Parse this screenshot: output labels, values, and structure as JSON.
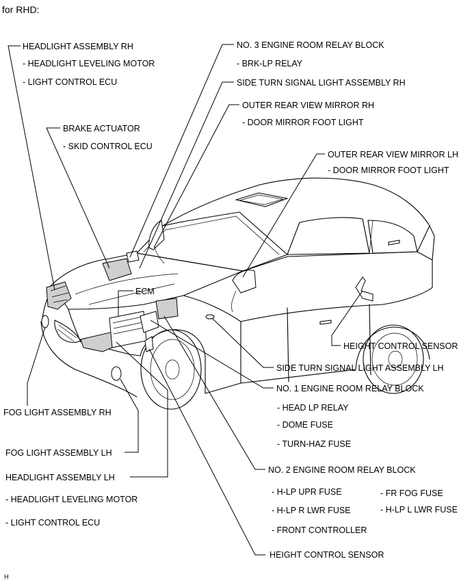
{
  "header": {
    "title": "for RHD:"
  },
  "labels": {
    "headlight_rh": "HEADLIGHT ASSEMBLY RH",
    "headlight_rh_motor": "- HEADLIGHT LEVELING MOTOR",
    "headlight_rh_ecu": "- LIGHT CONTROL ECU",
    "brake_actuator": "BRAKE ACTUATOR",
    "skid_control_ecu": "- SKID CONTROL ECU",
    "relay_block_3": "NO. 3 ENGINE ROOM RELAY BLOCK",
    "brk_lp_relay": "- BRK-LP RELAY",
    "side_turn_rh": "SIDE TURN SIGNAL LIGHT ASSEMBLY  RH",
    "mirror_rh": "OUTER REAR VIEW MIRROR RH",
    "mirror_rh_foot": "- DOOR MIRROR FOOT LIGHT",
    "mirror_lh": "OUTER REAR VIEW MIRROR LH",
    "mirror_lh_foot": "- DOOR MIRROR FOOT LIGHT",
    "ecm": "ECM",
    "height_sensor_rear": "HEIGHT CONTROL SENSOR",
    "side_turn_lh": "SIDE TURN SIGNAL LIGHT ASSEMBLY  LH",
    "relay_block_1": "NO. 1 ENGINE ROOM RELAY BLOCK",
    "head_lp_relay": "- HEAD LP RELAY",
    "dome_fuse": "- DOME FUSE",
    "turn_haz_fuse": "- TURN-HAZ FUSE",
    "fog_rh": "FOG LIGHT ASSEMBLY RH",
    "fog_lh": "FOG LIGHT ASSEMBLY LH",
    "headlight_lh": "HEADLIGHT ASSEMBLY LH",
    "headlight_lh_motor": "- HEADLIGHT LEVELING MOTOR",
    "headlight_lh_ecu": "- LIGHT CONTROL ECU",
    "relay_block_2": "NO. 2 ENGINE ROOM RELAY BLOCK",
    "h_lp_upr_fuse": "- H-LP UPR FUSE",
    "fr_fog_fuse": "- FR FOG FUSE",
    "h_lp_r_lwr_fuse": "- H-LP R LWR FUSE",
    "h_lp_l_lwr_fuse": "- H-LP L LWR FUSE",
    "front_controller": "- FRONT CONTROLLER",
    "height_sensor_front": "HEIGHT CONTROL SENSOR"
  },
  "footer": {
    "code": "H"
  }
}
